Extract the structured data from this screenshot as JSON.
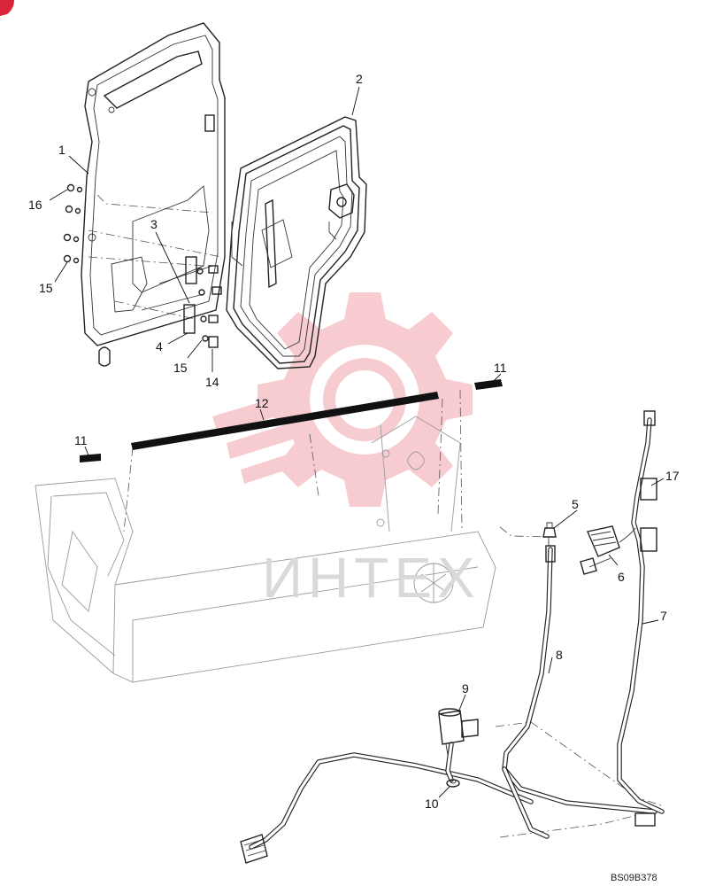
{
  "callouts": [
    {
      "id": "c1",
      "label": "1"
    },
    {
      "id": "c2",
      "label": "2"
    },
    {
      "id": "c3",
      "label": "3"
    },
    {
      "id": "c4",
      "label": "4"
    },
    {
      "id": "c5",
      "label": "5"
    },
    {
      "id": "c6",
      "label": "6"
    },
    {
      "id": "c7",
      "label": "7"
    },
    {
      "id": "c8",
      "label": "8"
    },
    {
      "id": "c9",
      "label": "9"
    },
    {
      "id": "c10",
      "label": "10"
    },
    {
      "id": "c11a",
      "label": "11"
    },
    {
      "id": "c11b",
      "label": "11"
    },
    {
      "id": "c12",
      "label": "12"
    },
    {
      "id": "c14",
      "label": "14"
    },
    {
      "id": "c15a",
      "label": "15"
    },
    {
      "id": "c15b",
      "label": "15"
    },
    {
      "id": "c16",
      "label": "16"
    },
    {
      "id": "c17",
      "label": "17"
    }
  ],
  "drawing_code": "BS09B378",
  "watermark": {
    "text": "ИНТЕХ",
    "color": "#e8505b"
  }
}
